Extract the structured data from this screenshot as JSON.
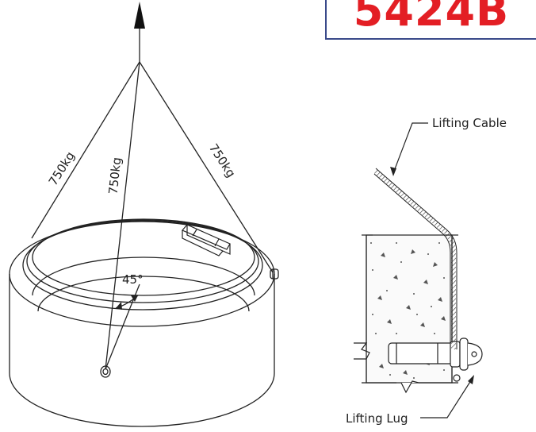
{
  "product_code": "5424B",
  "load_labels": {
    "left": "750kg",
    "center": "750kg",
    "right": "750kg"
  },
  "angle_label": "45°",
  "callouts": {
    "lifting_cable": "Lifting Cable",
    "lifting_lug": "Lifting Lug"
  },
  "colors": {
    "code_text": "#e31e24",
    "code_border": "#3a4a8a",
    "line": "#222222"
  }
}
